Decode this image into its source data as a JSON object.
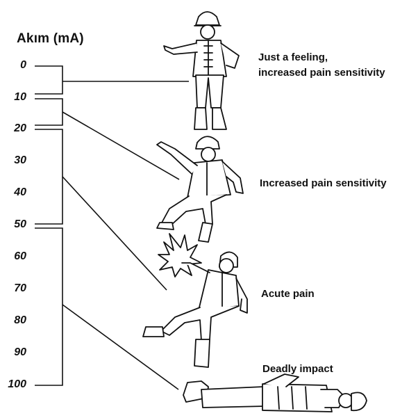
{
  "axis": {
    "title": "Akım (mA)",
    "ticks": [
      "0",
      "10",
      "20",
      "30",
      "40",
      "50",
      "60",
      "70",
      "80",
      "90",
      "100"
    ]
  },
  "labels": {
    "feeling_line1": "Just a feeling,",
    "feeling_line2": "increased pain sensitivity",
    "increased": "Increased pain sensitivity",
    "acute": "Acute pain",
    "deadly": "Deadly impact"
  }
}
